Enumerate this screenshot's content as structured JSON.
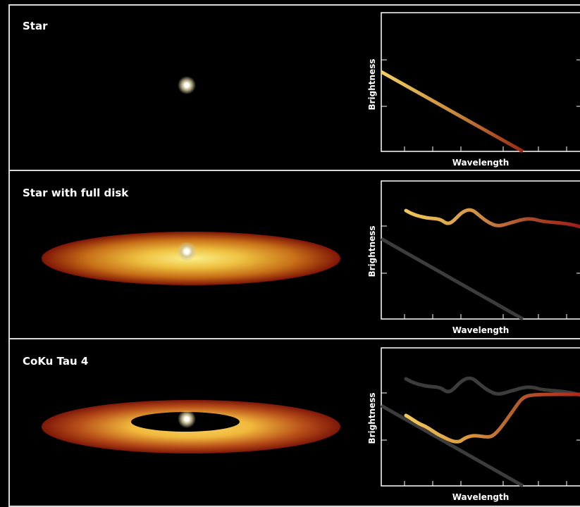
{
  "panels": [
    {
      "title": "Star",
      "x_axis_label": "Wavelength",
      "y_axis_label": "Brightness"
    },
    {
      "title": "Star with full disk",
      "x_axis_label": "Wavelength",
      "y_axis_label": "Brightness"
    },
    {
      "title": "CoKu Tau 4",
      "x_axis_label": "Wavelength",
      "y_axis_label": "Brightness"
    }
  ],
  "colors": {
    "background": "#000000",
    "frame": "#d8d8d8",
    "star_glow": "#e8e0c0",
    "disk_inner": "#f6e06a",
    "disk_outer": "#8a1a08",
    "reference_curve": "#3c3c3c",
    "spectrum_start": "#f0cc5a",
    "spectrum_end": "#a21e12"
  }
}
